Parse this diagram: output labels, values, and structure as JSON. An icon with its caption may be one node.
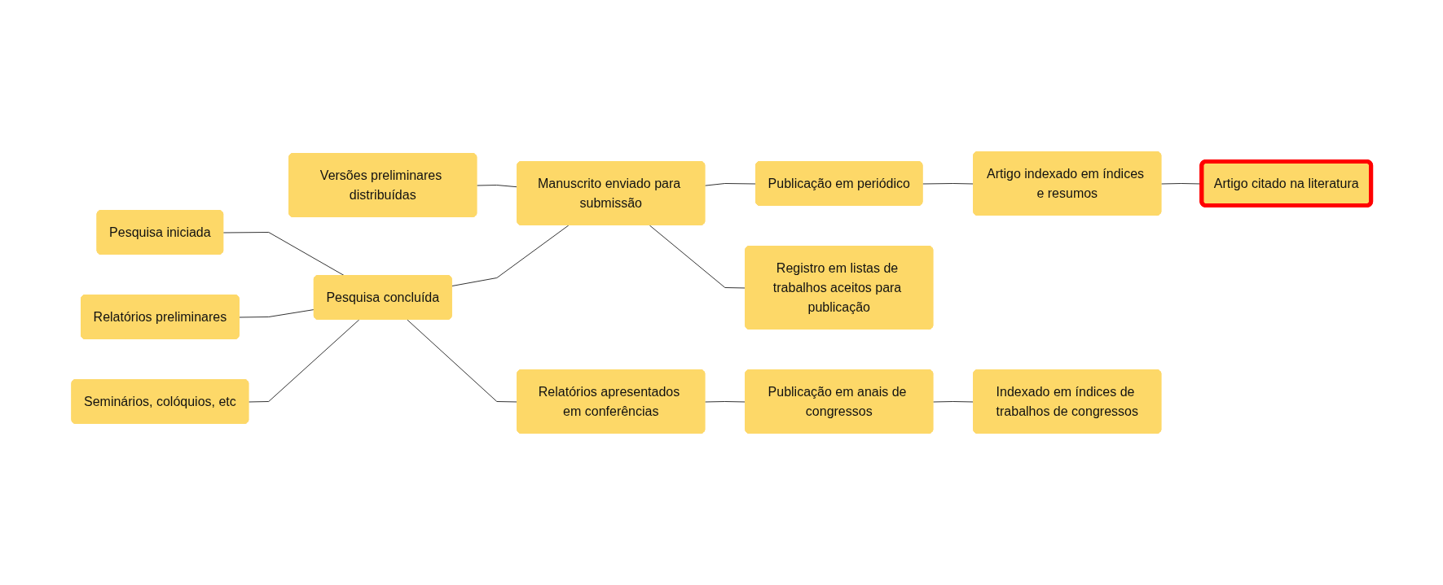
{
  "diagram": {
    "nodes": [
      {
        "text": [
          "Seminários, colóquios, etc"
        ]
      },
      {
        "text": [
          "Relatórios preliminares"
        ]
      },
      {
        "text": [
          "Versões preliminares distribuídas"
        ]
      },
      {
        "text": [
          "Pesquisa iniciada"
        ]
      },
      {
        "text": [
          "Pesquisa concluída"
        ]
      },
      {
        "text": [
          "Manuscrito enviado para submissão"
        ]
      },
      {
        "text": [
          "Publicação em periódico"
        ]
      },
      {
        "text": [
          "Artigo indexado em índices e resumos"
        ]
      },
      {
        "text": [
          "Artigo citado na literatura"
        ]
      },
      {
        "text": [
          "Relatórios apresentados em conferências"
        ]
      },
      {
        "text": [
          "Registro em listas de trabalhos aceitos para publicação"
        ]
      },
      {
        "text": [
          "Publicação em anais de congressos"
        ]
      },
      {
        "text": [
          "Indexado em índices de trabalhos de congressos"
        ]
      }
    ],
    "edges": [
      {
        "from": 3,
        "to": 4,
        "arrow": "none"
      },
      {
        "from": 1,
        "to": 4,
        "arrow": "none"
      },
      {
        "from": 0,
        "to": 4,
        "arrow": "none"
      },
      {
        "from": 4,
        "to": 5,
        "arrow": "none"
      },
      {
        "from": 4,
        "to": 9,
        "arrow": "none"
      },
      {
        "from": 2,
        "to": 5,
        "arrow": "none"
      },
      {
        "from": 5,
        "to": 6,
        "arrow": "none"
      },
      {
        "from": 5,
        "to": 10,
        "arrow": "none"
      },
      {
        "from": 6,
        "to": 7,
        "arrow": "none"
      },
      {
        "from": 7,
        "to": 8,
        "arrow": "none"
      },
      {
        "from": 9,
        "to": 11,
        "arrow": "none"
      },
      {
        "from": 11,
        "to": 12,
        "arrow": "none"
      }
    ]
  }
}
